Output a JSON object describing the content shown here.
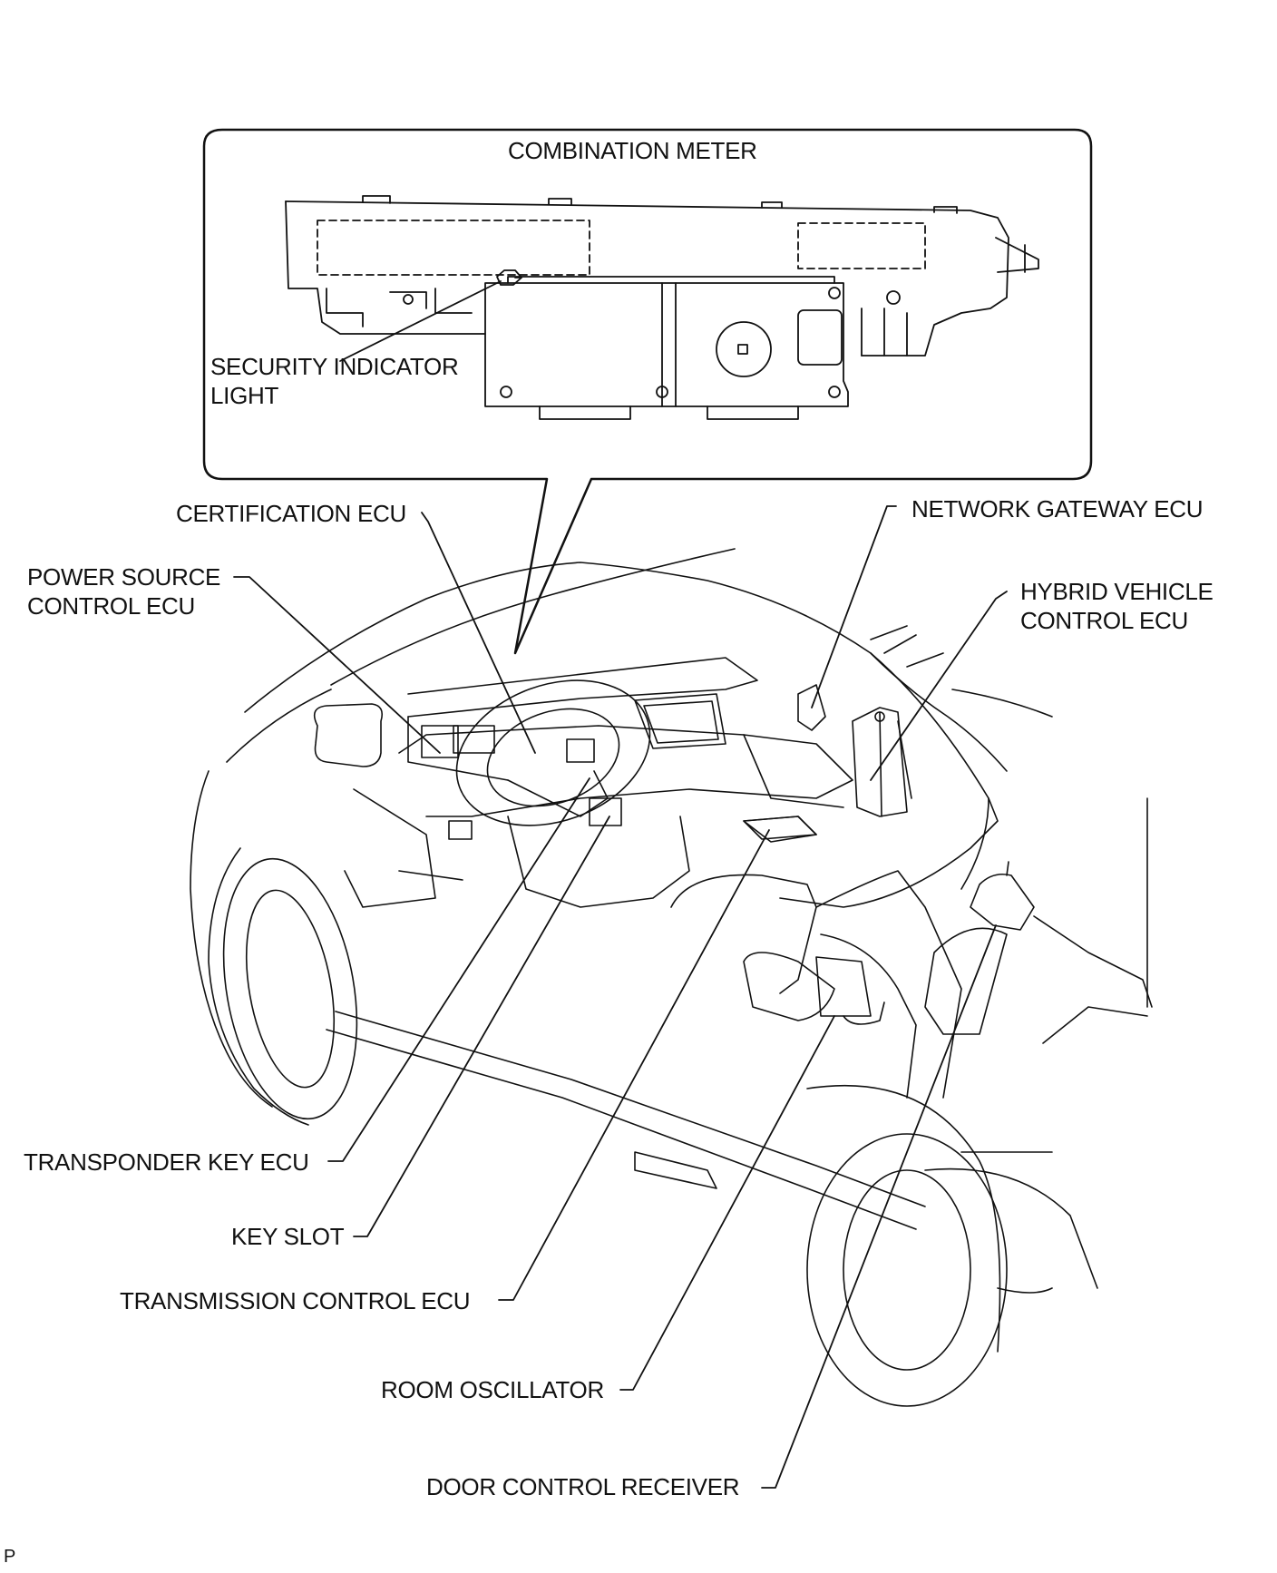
{
  "inset": {
    "title": "COMBINATION METER",
    "callout": [
      "SECURITY INDICATOR",
      "LIGHT"
    ]
  },
  "labels": {
    "certification_ecu": "CERTIFICATION ECU",
    "power_source_control_ecu": [
      "POWER SOURCE",
      "CONTROL ECU"
    ],
    "network_gateway_ecu": "NETWORK GATEWAY ECU",
    "hybrid_vehicle_control_ecu": [
      "HYBRID VEHICLE",
      "CONTROL ECU"
    ],
    "transponder_key_ecu": "TRANSPONDER KEY ECU",
    "key_slot": "KEY SLOT",
    "transmission_control_ecu": "TRANSMISSION CONTROL ECU",
    "room_oscillator": "ROOM OSCILLATOR",
    "door_control_receiver": "DOOR CONTROL RECEIVER"
  },
  "corner_mark": "P"
}
